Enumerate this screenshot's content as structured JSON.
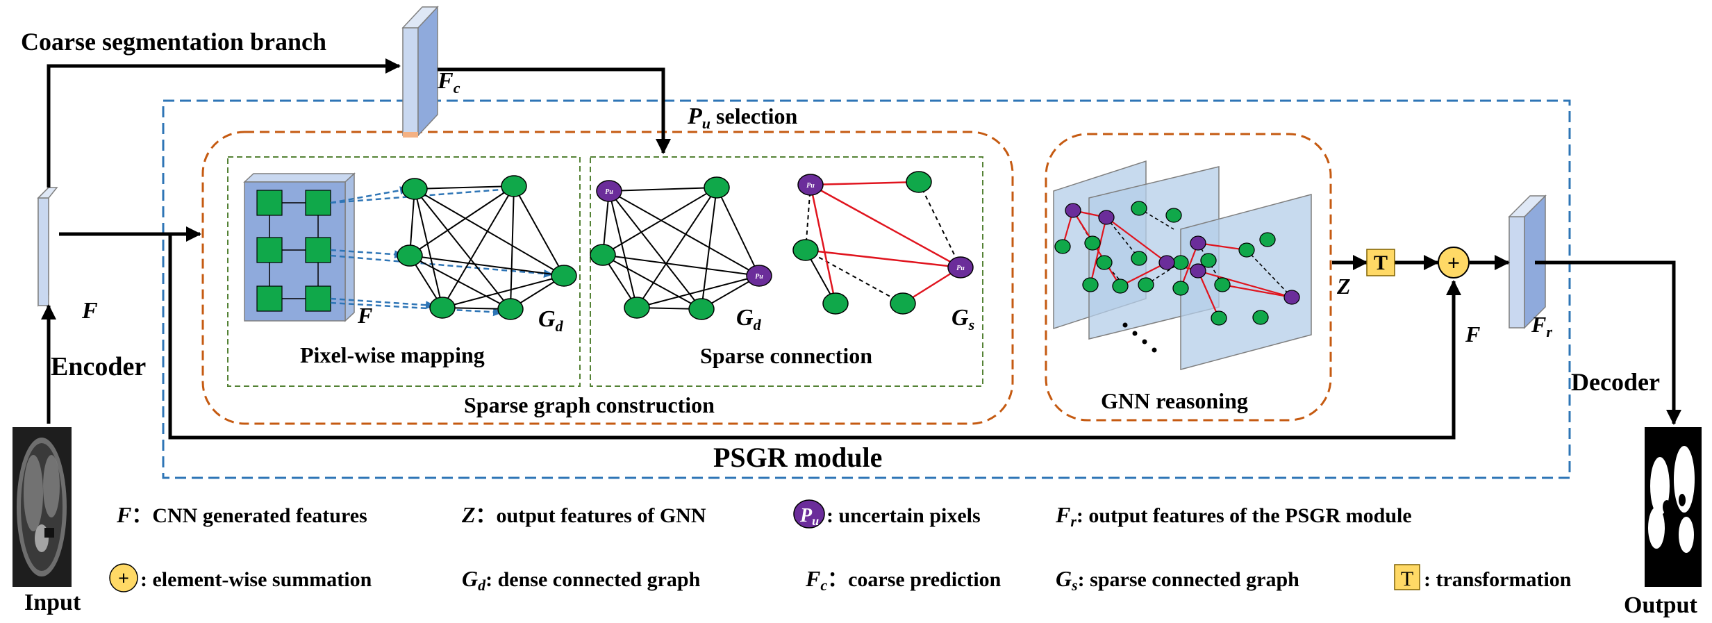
{
  "labels": {
    "coarse_branch": "Coarse segmentation branch",
    "fc_label": "F",
    "fc_sub": "c",
    "pu_selection_sym": "P",
    "pu_selection_sub": "u",
    "pu_selection_text": " selection",
    "encoder_f": "F",
    "encoder": "Encoder",
    "input": "Input",
    "pixel_map_f": "F",
    "gd1_sym": "G",
    "gd1_sub": "d",
    "pixel_wise_mapping": "Pixel-wise mapping",
    "gd2_sym": "G",
    "gd2_sub": "d",
    "gs_sym": "G",
    "gs_sub": "s",
    "sparse_connection": "Sparse connection",
    "sparse_graph_construction": "Sparse graph construction",
    "gnn_reasoning": "GNN reasoning",
    "psgr_module": "PSGR module",
    "z_label": "Z",
    "t_box": "T",
    "plus": "+",
    "f_sum": "F",
    "fr_sym": "F",
    "fr_sub": "r",
    "decoder": "Decoder",
    "output": "Output",
    "pu_node": "Pu"
  },
  "legend": {
    "row1": [
      {
        "sym": "F",
        "text": "：CNN generated features"
      },
      {
        "sym": "Z",
        "text": "：output features of GNN"
      },
      {
        "icon_text": "P",
        "icon_sub": "u",
        "text": ": uncertain pixels"
      },
      {
        "sym": "F",
        "sub": "r",
        "text": ": output features of the PSGR module"
      }
    ],
    "row2": [
      {
        "icon_text": "+",
        "text": ": element-wise summation"
      },
      {
        "sym": "G",
        "sub": "d",
        "text": ": dense connected graph"
      },
      {
        "sym": "F",
        "sub": "c",
        "text": "：coarse prediction"
      },
      {
        "sym": "G",
        "sub": "s",
        "text": ": sparse connected graph"
      },
      {
        "icon_text": "T",
        "text": ": transformation"
      }
    ]
  },
  "colors": {
    "node_green": "#10a84a",
    "node_purple": "#6b2d9a",
    "psgr_border": "#2e75b6",
    "orange_border": "#c55a11",
    "inner_green_border": "#548235",
    "feature_map": "#b4c7e7",
    "pixel_grid": "#8faadc",
    "t_box": "#ffd966",
    "red_edge": "#e0141e",
    "blue_arrow": "#2e75b6"
  }
}
